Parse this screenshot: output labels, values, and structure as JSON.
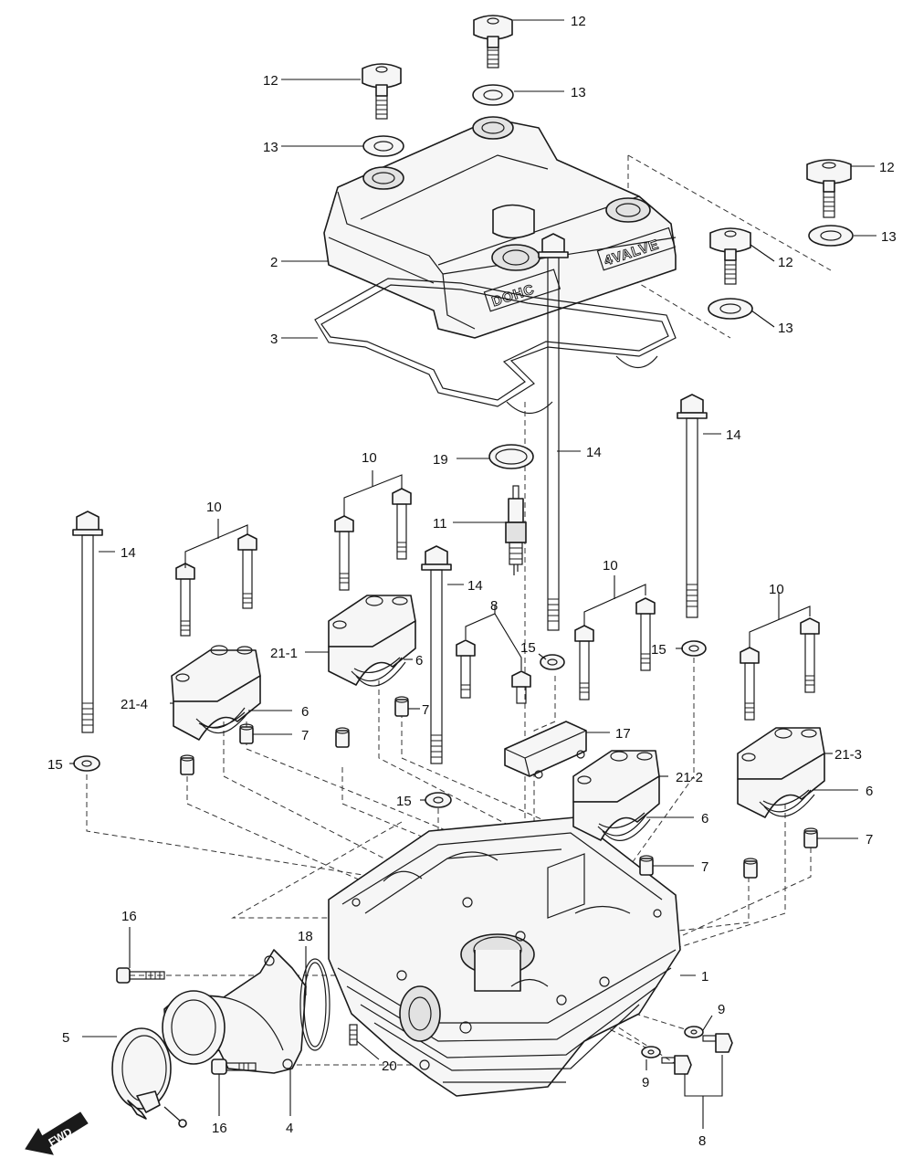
{
  "diagram": {
    "callouts": [
      {
        "id": "c12a",
        "label": "12"
      },
      {
        "id": "c12b",
        "label": "12"
      },
      {
        "id": "c12c",
        "label": "12"
      },
      {
        "id": "c12d",
        "label": "12"
      },
      {
        "id": "c13a",
        "label": "13"
      },
      {
        "id": "c13b",
        "label": "13"
      },
      {
        "id": "c13c",
        "label": "13"
      },
      {
        "id": "c13d",
        "label": "13"
      },
      {
        "id": "c2",
        "label": "2"
      },
      {
        "id": "c3",
        "label": "3"
      },
      {
        "id": "c19",
        "label": "19"
      },
      {
        "id": "c14a",
        "label": "14"
      },
      {
        "id": "c14b",
        "label": "14"
      },
      {
        "id": "c14c",
        "label": "14"
      },
      {
        "id": "c14d",
        "label": "14"
      },
      {
        "id": "c10a",
        "label": "10"
      },
      {
        "id": "c10b",
        "label": "10"
      },
      {
        "id": "c10c",
        "label": "10"
      },
      {
        "id": "c10d",
        "label": "10"
      },
      {
        "id": "c11",
        "label": "11"
      },
      {
        "id": "c8a",
        "label": "8"
      },
      {
        "id": "c8b",
        "label": "8"
      },
      {
        "id": "c15a",
        "label": "15"
      },
      {
        "id": "c15b",
        "label": "15"
      },
      {
        "id": "c15c",
        "label": "15"
      },
      {
        "id": "c15d",
        "label": "15"
      },
      {
        "id": "c21_1",
        "label": "21-1"
      },
      {
        "id": "c21_2",
        "label": "21-2"
      },
      {
        "id": "c21_3",
        "label": "21-3"
      },
      {
        "id": "c21_4",
        "label": "21-4"
      },
      {
        "id": "c6a",
        "label": "6"
      },
      {
        "id": "c6b",
        "label": "6"
      },
      {
        "id": "c6c",
        "label": "6"
      },
      {
        "id": "c6d",
        "label": "6"
      },
      {
        "id": "c7a",
        "label": "7"
      },
      {
        "id": "c7b",
        "label": "7"
      },
      {
        "id": "c7c",
        "label": "7"
      },
      {
        "id": "c7d",
        "label": "7"
      },
      {
        "id": "c17",
        "label": "17"
      },
      {
        "id": "c1",
        "label": "1"
      },
      {
        "id": "c16a",
        "label": "16"
      },
      {
        "id": "c16b",
        "label": "16"
      },
      {
        "id": "c18",
        "label": "18"
      },
      {
        "id": "c5",
        "label": "5"
      },
      {
        "id": "c20",
        "label": "20"
      },
      {
        "id": "c4",
        "label": "4"
      },
      {
        "id": "c9a",
        "label": "9"
      },
      {
        "id": "c9b",
        "label": "9"
      }
    ],
    "cover_emboss_left": "DOHC",
    "cover_emboss_right": "4VALVE",
    "direction_badge": "FWD"
  }
}
